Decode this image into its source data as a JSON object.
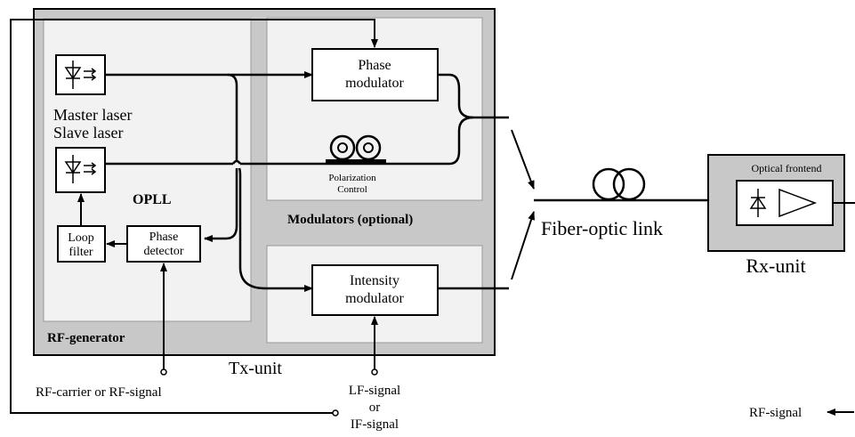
{
  "colors": {
    "background": "#ffffff",
    "tx_unit_fill": "#c8c8c8",
    "inner_panel_fill": "#f2f2f2",
    "box_fill": "#ffffff",
    "line": "#000000"
  },
  "icons": [
    "laser-diode-icon",
    "fiber-coil-icon",
    "photodiode-icon",
    "amplifier-icon"
  ],
  "tx_unit": {
    "label": "Tx-unit",
    "rf_generator": {
      "label": "RF-generator",
      "master_laser_label": "Master laser",
      "slave_laser_label": "Slave laser",
      "opll_label": "OPLL",
      "loop_filter": {
        "line1": "Loop",
        "line2": "filter"
      },
      "phase_detector": {
        "line1": "Phase",
        "line2": "detector"
      }
    },
    "modulators": {
      "label": "Modulators  (optional)",
      "phase_modulator": {
        "line1": "Phase",
        "line2": "modulator"
      },
      "intensity_modulator": {
        "line1": "Intensity",
        "line2": "modulator"
      },
      "polarization_control": {
        "line1": "Polarization",
        "line2": "Control"
      }
    }
  },
  "link": {
    "label": "Fiber-optic  link"
  },
  "rx_unit": {
    "label": "Rx-unit",
    "frontend_label": "Optical  frontend"
  },
  "signals": {
    "rf_carrier": "RF-carrier or RF-signal",
    "lf_signal": {
      "line1": "LF-signal",
      "line2": "or",
      "line3": "IF-signal"
    },
    "rf_out": "RF-signal"
  }
}
